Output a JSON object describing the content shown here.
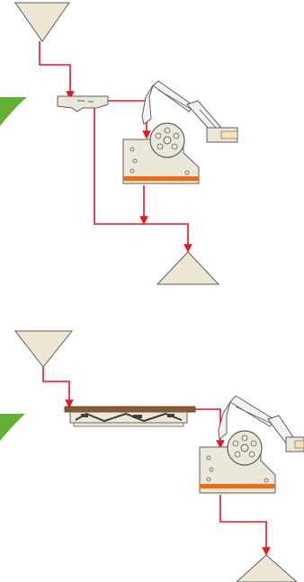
{
  "diagram": {
    "flow_color": "#e8161b",
    "stockpile_fill": "#ede7d4",
    "stockpile_stroke": "#5f5f5f",
    "machine_body_fill": "#ece8d9",
    "machine_band_color": "#e86e1e",
    "arm_fill": "#f2f2f2",
    "tab_color": "#63b034",
    "top_circuit": {
      "elements": [
        {
          "name": "feed-stockpile-icon",
          "kind": "inverted-triangle"
        },
        {
          "name": "grizzly-feeder-icon",
          "kind": "small-feeder"
        },
        {
          "name": "jaw-crusher-icon",
          "kind": "crusher-with-arm"
        },
        {
          "name": "product-stockpile-icon",
          "kind": "triangle"
        }
      ]
    },
    "bottom_circuit": {
      "elements": [
        {
          "name": "feed-stockpile-icon",
          "kind": "inverted-triangle"
        },
        {
          "name": "vibrating-feeder-icon",
          "kind": "pan-feeder"
        },
        {
          "name": "jaw-crusher-icon",
          "kind": "crusher-with-arm"
        },
        {
          "name": "product-stockpile-icon",
          "kind": "triangle"
        }
      ]
    }
  }
}
